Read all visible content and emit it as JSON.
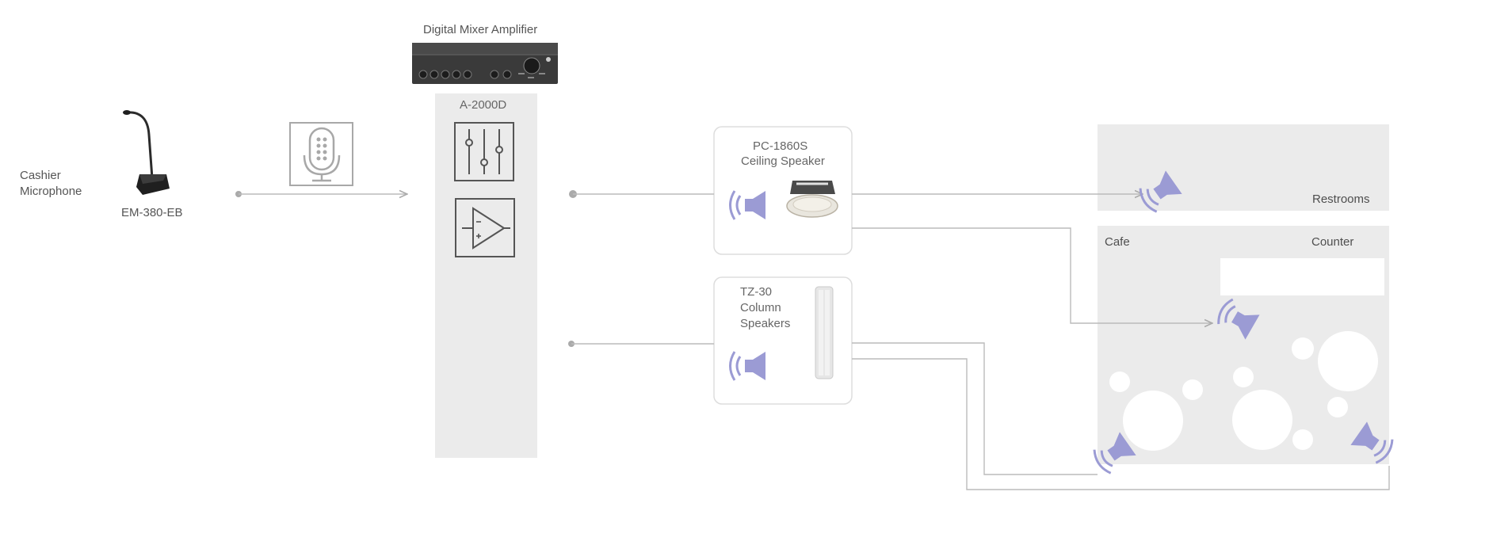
{
  "source": {
    "label_line1": "Cashier",
    "label_line2": "Microphone",
    "model": "EM-380-EB",
    "icon": "microphone-icon"
  },
  "mixer": {
    "title": "Digital Mixer Amplifier",
    "model": "A-2000D",
    "icons": [
      "mixer-sliders-icon",
      "amplifier-icon"
    ]
  },
  "speakers": [
    {
      "model": "PC-1860S",
      "type": "Ceiling Speaker",
      "icon": "speaker-icon"
    },
    {
      "model": "TZ-30",
      "type_line1": "Column",
      "type_line2": "Speakers",
      "icon": "speaker-icon"
    }
  ],
  "zones": {
    "restrooms": "Restrooms",
    "cafe": "Cafe",
    "counter": "Counter"
  },
  "colors": {
    "accent_speaker": "#9b9bd4",
    "panel": "#ebebeb",
    "line": "#b8b8b8"
  }
}
